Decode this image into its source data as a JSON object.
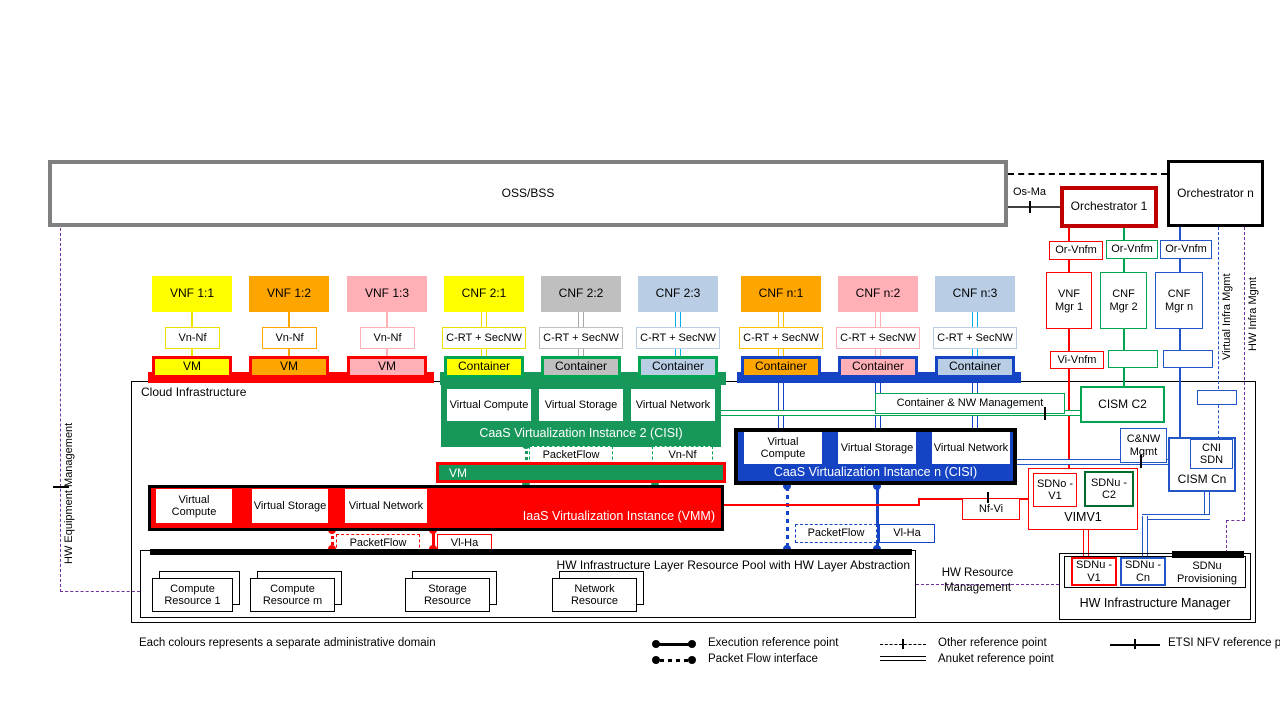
{
  "colors": {
    "yellow": "#FFFF00",
    "orange": "#FFA500",
    "pink": "#FFB0B7",
    "gray": "#BFBFBF",
    "light_blue": "#B9CDE5",
    "green": "#17975A",
    "green_border": "#00A551",
    "red": "#FF0000",
    "dark_red": "#C00000",
    "blue_fill": "#1443C4",
    "blue_border": "#2155C8",
    "cyan": "#00B0F0",
    "purple": "#7030A0",
    "oss_gray": "#808080"
  },
  "top": {
    "oss_bss": "OSS/BSS",
    "os_ma": "Os-Ma",
    "orchestrator_1": "Orchestrator 1",
    "orchestrator_n": "Orchestrator n"
  },
  "mgmt": {
    "or_vnfm_1": "Or-Vnfm",
    "or_vnfm_2": "Or-Vnfm",
    "or_vnfm_n": "Or-Vnfm",
    "vnf_mgr_1": "VNF Mgr 1",
    "cnf_mgr_2": "CNF Mgr 2",
    "cnf_mgr_n": "CNF Mgr n",
    "vi_vnfm": "Vi-Vnfm"
  },
  "columns": [
    {
      "nf": "VNF 1:1",
      "iface": "Vn-Nf",
      "runtime": "VM"
    },
    {
      "nf": "VNF 1:2",
      "iface": "Vn-Nf",
      "runtime": "VM"
    },
    {
      "nf": "VNF 1:3",
      "iface": "Vn-Nf",
      "runtime": "VM"
    },
    {
      "nf": "CNF 2:1",
      "iface": "C-RT + SecNW",
      "runtime": "Container"
    },
    {
      "nf": "CNF 2:2",
      "iface": "C-RT + SecNW",
      "runtime": "Container"
    },
    {
      "nf": "CNF 2:3",
      "iface": "C-RT + SecNW",
      "runtime": "Container"
    },
    {
      "nf": "CNF n:1",
      "iface": "C-RT + SecNW",
      "runtime": "Container"
    },
    {
      "nf": "CNF n:2",
      "iface": "C-RT + SecNW",
      "runtime": "Container"
    },
    {
      "nf": "CNF n:3",
      "iface": "C-RT + SecNW",
      "runtime": "Container"
    }
  ],
  "cloud": {
    "label": "Cloud Infrastructure",
    "caas2": {
      "c1": "Virtual Compute",
      "c2": "Virtual Storage",
      "c3": "Virtual Network",
      "label": "CaaS Virtualization Instance 2 (CISI)",
      "pf": "PacketFlow",
      "vnnf": "Vn-Nf"
    },
    "vm_bar": "VM",
    "iaas": {
      "c1": "Virtual Compute",
      "c2": "Virtual Storage",
      "c3": "Virtual Network",
      "label": "IaaS Virtualization Instance (VMM)",
      "pf": "PacketFlow",
      "vlha": "Vl-Ha"
    },
    "caasn": {
      "c1": "Virtual Compute",
      "c2": "Virtual Storage",
      "c3": "Virtual Network",
      "label": "CaaS Virtualization Instance n (CISI)",
      "pf": "PacketFlow",
      "vlha": "Vl-Ha"
    },
    "pool": {
      "label": "HW Infrastructure Layer Resource Pool with HW Layer Abstraction",
      "r1": "Compute Resource 1",
      "r2": "Compute Resource m",
      "r3": "Storage Resource",
      "r4": "Network Resource"
    }
  },
  "right": {
    "container_nw": "Container & NW Management",
    "cism_c2": "CISM C2",
    "cnw_mgmt": "C&NW Mgmt",
    "cni_sdn": "CNI SDN",
    "cism_cn": "CISM Cn",
    "nf_vi": "Nf-Vi",
    "sdno_v1": "SDNo -V1",
    "sdnu_c2": "SDNu -C2",
    "vimv1": "VIMV1",
    "sdnu_v1": "SDNu -V1",
    "sdnu_cn": "SDNu -Cn",
    "sdnu_prov": "SDNu Provisioning",
    "hw_mgr": "HW Infrastructure Manager",
    "hw_res_mgmt": "HW Resource Management",
    "virt_infra": "Virtual Infra Mgmt",
    "hw_infra": "HW Infra Mgmt",
    "hw_equip": "HW Equipment Management"
  },
  "legend": {
    "note": "Each colours represents a separate administrative domain",
    "exec": "Execution reference point",
    "packet": "Packet Flow interface",
    "other": "Other reference point",
    "anuket": "Anuket reference point",
    "etsi": "ETSI NFV reference point"
  }
}
